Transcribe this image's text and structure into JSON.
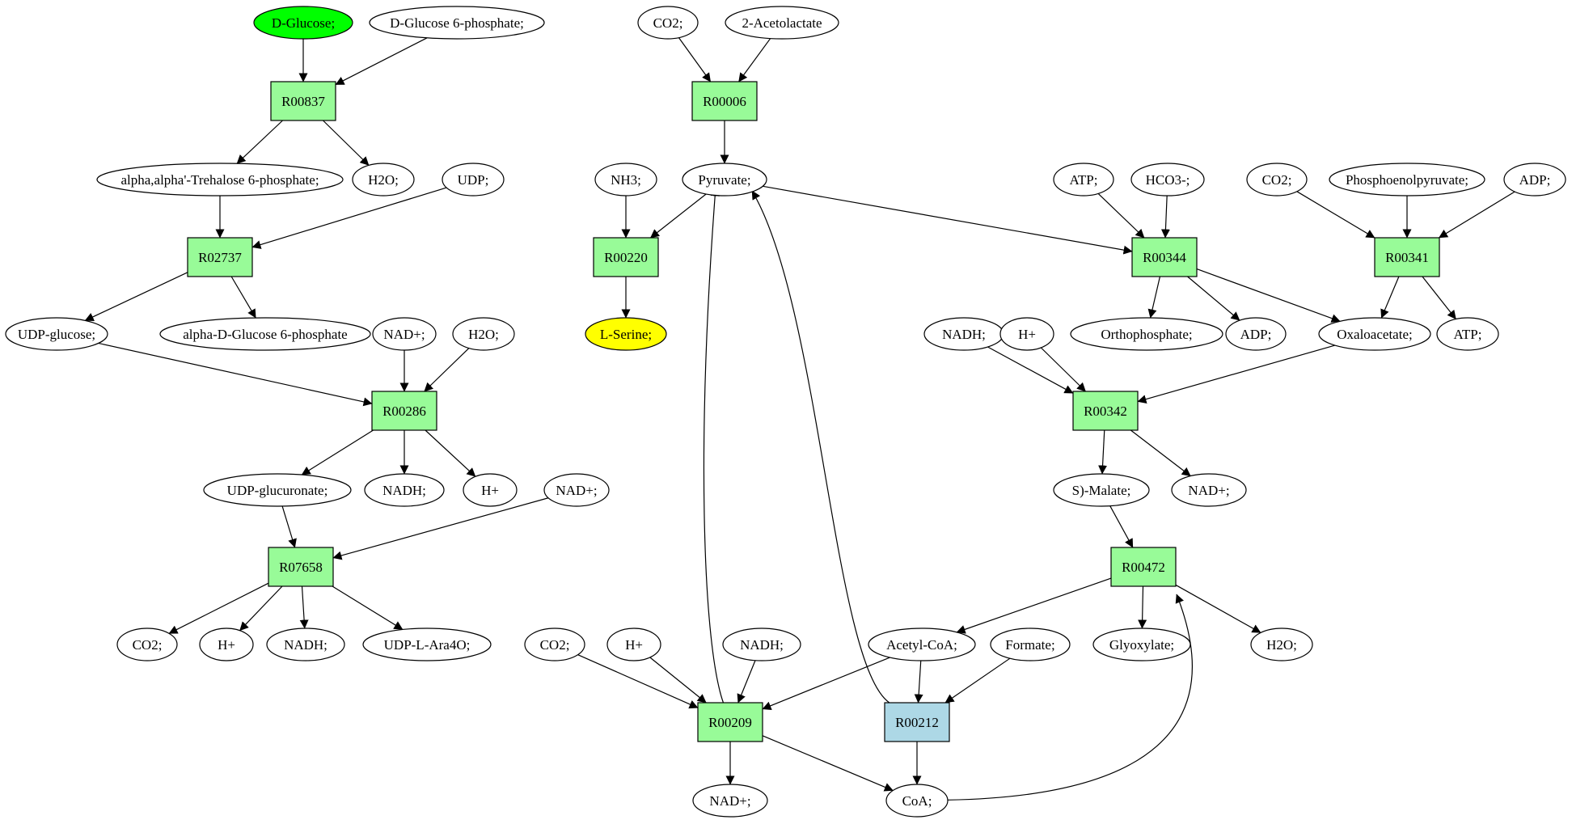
{
  "colors": {
    "compound": "#ffffff",
    "reaction": "#98fb98",
    "reaction_alt": "#add8e6",
    "start": "#00ff00",
    "target": "#ffff00",
    "stroke": "#000000"
  },
  "nodes": [
    {
      "id": "dglucose",
      "kind": "compound",
      "label": "D-Glucose;",
      "fill": "start"
    },
    {
      "id": "dg6p",
      "kind": "compound",
      "label": "D-Glucose 6-phosphate;"
    },
    {
      "id": "R00837",
      "kind": "reaction",
      "label": "R00837"
    },
    {
      "id": "tre6p",
      "kind": "compound",
      "label": "alpha,alpha'-Trehalose 6-phosphate;"
    },
    {
      "id": "h2o_a",
      "kind": "compound",
      "label": "H2O;"
    },
    {
      "id": "udp",
      "kind": "compound",
      "label": "UDP;"
    },
    {
      "id": "R02737",
      "kind": "reaction",
      "label": "R02737"
    },
    {
      "id": "udpglc",
      "kind": "compound",
      "label": "UDP-glucose;"
    },
    {
      "id": "adg6p",
      "kind": "compound",
      "label": "alpha-D-Glucose 6-phosphate"
    },
    {
      "id": "nadp_a",
      "kind": "compound",
      "label": "NAD+;"
    },
    {
      "id": "h2o_b",
      "kind": "compound",
      "label": "H2O;"
    },
    {
      "id": "R00286",
      "kind": "reaction",
      "label": "R00286"
    },
    {
      "id": "udpglcur",
      "kind": "compound",
      "label": "UDP-glucuronate;"
    },
    {
      "id": "nadh_a",
      "kind": "compound",
      "label": "NADH;"
    },
    {
      "id": "hp_a",
      "kind": "compound",
      "label": "H+"
    },
    {
      "id": "nadp_b",
      "kind": "compound",
      "label": "NAD+;"
    },
    {
      "id": "R07658",
      "kind": "reaction",
      "label": "R07658"
    },
    {
      "id": "co2_a",
      "kind": "compound",
      "label": "CO2;"
    },
    {
      "id": "hp_b",
      "kind": "compound",
      "label": "H+"
    },
    {
      "id": "nadh_b",
      "kind": "compound",
      "label": "NADH;"
    },
    {
      "id": "udpara",
      "kind": "compound",
      "label": "UDP-L-Ara4O;"
    },
    {
      "id": "co2_b",
      "kind": "compound",
      "label": "CO2;"
    },
    {
      "id": "acetolac",
      "kind": "compound",
      "label": "2-Acetolactate"
    },
    {
      "id": "R00006",
      "kind": "reaction",
      "label": "R00006"
    },
    {
      "id": "nh3",
      "kind": "compound",
      "label": "NH3;"
    },
    {
      "id": "pyruvate",
      "kind": "compound",
      "label": "Pyruvate;"
    },
    {
      "id": "R00220",
      "kind": "reaction",
      "label": "R00220"
    },
    {
      "id": "lserine",
      "kind": "compound",
      "label": "L-Serine;",
      "fill": "target"
    },
    {
      "id": "co2_c",
      "kind": "compound",
      "label": "CO2;"
    },
    {
      "id": "hp_c",
      "kind": "compound",
      "label": "H+"
    },
    {
      "id": "nadh_c",
      "kind": "compound",
      "label": "NADH;"
    },
    {
      "id": "R00209",
      "kind": "reaction",
      "label": "R00209"
    },
    {
      "id": "nadp_c",
      "kind": "compound",
      "label": "NAD+;"
    },
    {
      "id": "acetylcoa",
      "kind": "compound",
      "label": "Acetyl-CoA;"
    },
    {
      "id": "formate",
      "kind": "compound",
      "label": "Formate;"
    },
    {
      "id": "R00212",
      "kind": "reaction",
      "label": "R00212",
      "fill": "reaction_alt"
    },
    {
      "id": "coa",
      "kind": "compound",
      "label": "CoA;"
    },
    {
      "id": "atp_a",
      "kind": "compound",
      "label": "ATP;"
    },
    {
      "id": "hco3",
      "kind": "compound",
      "label": "HCO3-;"
    },
    {
      "id": "R00344",
      "kind": "reaction",
      "label": "R00344"
    },
    {
      "id": "orthophos",
      "kind": "compound",
      "label": "Orthophosphate;"
    },
    {
      "id": "adp_a",
      "kind": "compound",
      "label": "ADP;"
    },
    {
      "id": "oxaloac",
      "kind": "compound",
      "label": "Oxaloacetate;"
    },
    {
      "id": "co2_d",
      "kind": "compound",
      "label": "CO2;"
    },
    {
      "id": "pep",
      "kind": "compound",
      "label": "Phosphoenolpyruvate;"
    },
    {
      "id": "adp_b",
      "kind": "compound",
      "label": "ADP;"
    },
    {
      "id": "R00341",
      "kind": "reaction",
      "label": "R00341"
    },
    {
      "id": "atp_b",
      "kind": "compound",
      "label": "ATP;"
    },
    {
      "id": "nadh_d",
      "kind": "compound",
      "label": "NADH;"
    },
    {
      "id": "hp_d",
      "kind": "compound",
      "label": "H+"
    },
    {
      "id": "R00342",
      "kind": "reaction",
      "label": "R00342"
    },
    {
      "id": "smalate",
      "kind": "compound",
      "label": "S)-Malate;"
    },
    {
      "id": "nadp_d",
      "kind": "compound",
      "label": "NAD+;"
    },
    {
      "id": "R00472",
      "kind": "reaction",
      "label": "R00472"
    },
    {
      "id": "glyoxylate",
      "kind": "compound",
      "label": "Glyoxylate;"
    },
    {
      "id": "h2o_c",
      "kind": "compound",
      "label": "H2O;"
    }
  ],
  "edges": [
    [
      "dglucose",
      "R00837"
    ],
    [
      "dg6p",
      "R00837"
    ],
    [
      "R00837",
      "tre6p"
    ],
    [
      "R00837",
      "h2o_a"
    ],
    [
      "tre6p",
      "R02737"
    ],
    [
      "udp",
      "R02737"
    ],
    [
      "R02737",
      "udpglc"
    ],
    [
      "R02737",
      "adg6p"
    ],
    [
      "udpglc",
      "R00286"
    ],
    [
      "nadp_a",
      "R00286"
    ],
    [
      "h2o_b",
      "R00286"
    ],
    [
      "R00286",
      "udpglcur"
    ],
    [
      "R00286",
      "nadh_a"
    ],
    [
      "R00286",
      "hp_a"
    ],
    [
      "udpglcur",
      "R07658"
    ],
    [
      "nadp_b",
      "R07658"
    ],
    [
      "R07658",
      "co2_a"
    ],
    [
      "R07658",
      "hp_b"
    ],
    [
      "R07658",
      "nadh_b"
    ],
    [
      "R07658",
      "udpara"
    ],
    [
      "co2_b",
      "R00006"
    ],
    [
      "acetolac",
      "R00006"
    ],
    [
      "R00006",
      "pyruvate"
    ],
    [
      "nh3",
      "R00220"
    ],
    [
      "pyruvate",
      "R00220"
    ],
    [
      "R00220",
      "lserine"
    ],
    [
      "co2_c",
      "R00209"
    ],
    [
      "hp_c",
      "R00209"
    ],
    [
      "nadh_c",
      "R00209"
    ],
    [
      "acetylcoa",
      "R00209"
    ],
    [
      "R00209",
      "pyruvate"
    ],
    [
      "R00209",
      "nadp_c"
    ],
    [
      "R00209",
      "coa"
    ],
    [
      "acetylcoa",
      "R00212"
    ],
    [
      "formate",
      "R00212"
    ],
    [
      "R00212",
      "coa"
    ],
    [
      "R00212",
      "pyruvate"
    ],
    [
      "atp_a",
      "R00344"
    ],
    [
      "hco3",
      "R00344"
    ],
    [
      "pyruvate",
      "R00344"
    ],
    [
      "R00344",
      "orthophos"
    ],
    [
      "R00344",
      "adp_a"
    ],
    [
      "R00344",
      "oxaloac"
    ],
    [
      "co2_d",
      "R00341"
    ],
    [
      "pep",
      "R00341"
    ],
    [
      "adp_b",
      "R00341"
    ],
    [
      "R00341",
      "oxaloac"
    ],
    [
      "R00341",
      "atp_b"
    ],
    [
      "nadh_d",
      "R00342"
    ],
    [
      "hp_d",
      "R00342"
    ],
    [
      "oxaloac",
      "R00342"
    ],
    [
      "R00342",
      "smalate"
    ],
    [
      "R00342",
      "nadp_d"
    ],
    [
      "smalate",
      "R00472"
    ],
    [
      "coa",
      "R00472"
    ],
    [
      "R00472",
      "acetylcoa"
    ],
    [
      "R00472",
      "glyoxylate"
    ],
    [
      "R00472",
      "h2o_c"
    ]
  ]
}
